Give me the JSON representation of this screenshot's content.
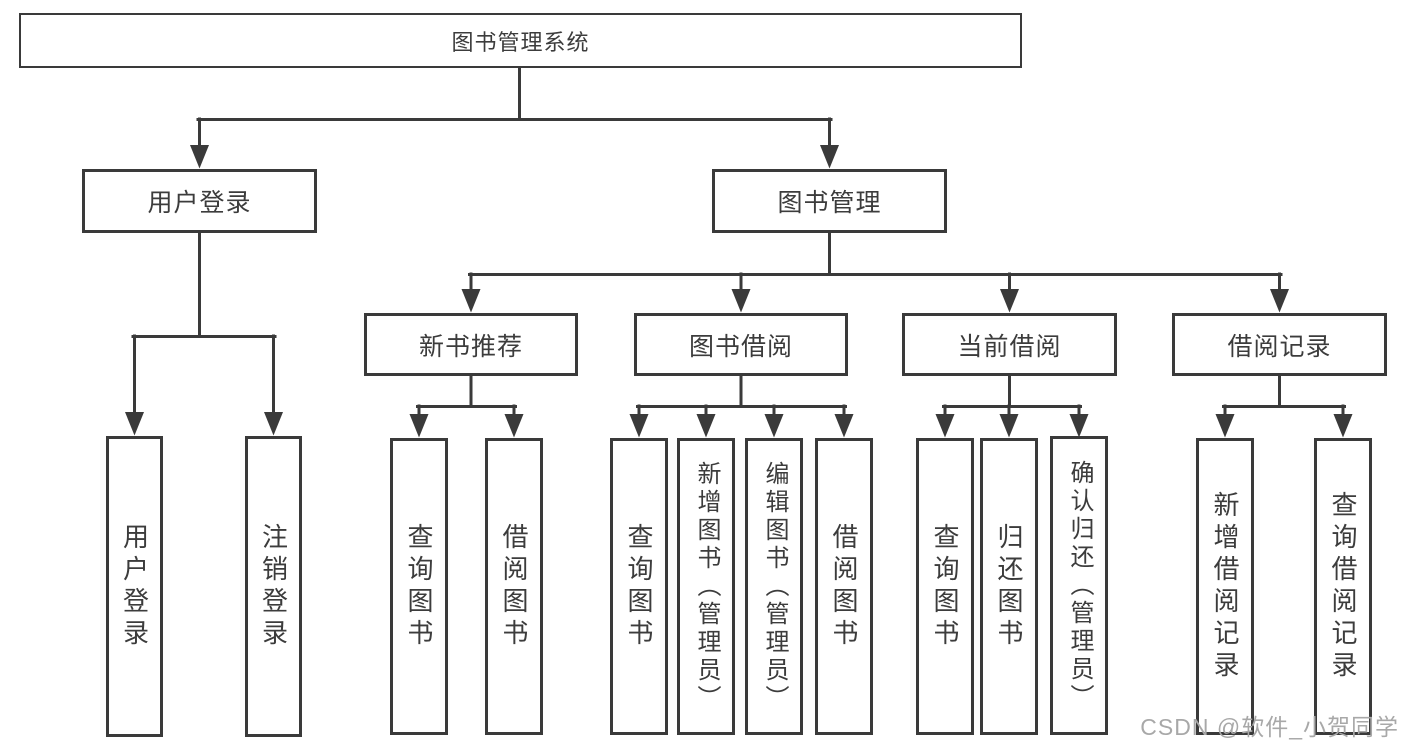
{
  "diagram": {
    "title": "图书管理系统",
    "root": "图书管理系统",
    "branches": [
      {
        "label": "用户登录",
        "children": [
          "用户登录",
          "注销登录"
        ]
      },
      {
        "label": "图书管理",
        "sections": [
          {
            "label": "新书推荐",
            "children": [
              "查询图书",
              "借阅图书"
            ]
          },
          {
            "label": "图书借阅",
            "children": [
              "查询图书",
              "新增图书（管理员）",
              "编辑图书（管理员）",
              "借阅图书"
            ]
          },
          {
            "label": "当前借阅",
            "children": [
              "查询图书",
              "归还图书",
              "确认归还（管理员）"
            ]
          },
          {
            "label": "借阅记录",
            "children": [
              "新增借阅记录",
              "查询借阅记录"
            ]
          }
        ]
      }
    ]
  },
  "watermark": "CSDN @软件_小贺同学",
  "colors": {
    "line": "#3a3a3a",
    "text": "#3c3c3c",
    "box_fill": "#ffffff",
    "watermark": "#a8a8a8",
    "background": "#ffffff"
  }
}
